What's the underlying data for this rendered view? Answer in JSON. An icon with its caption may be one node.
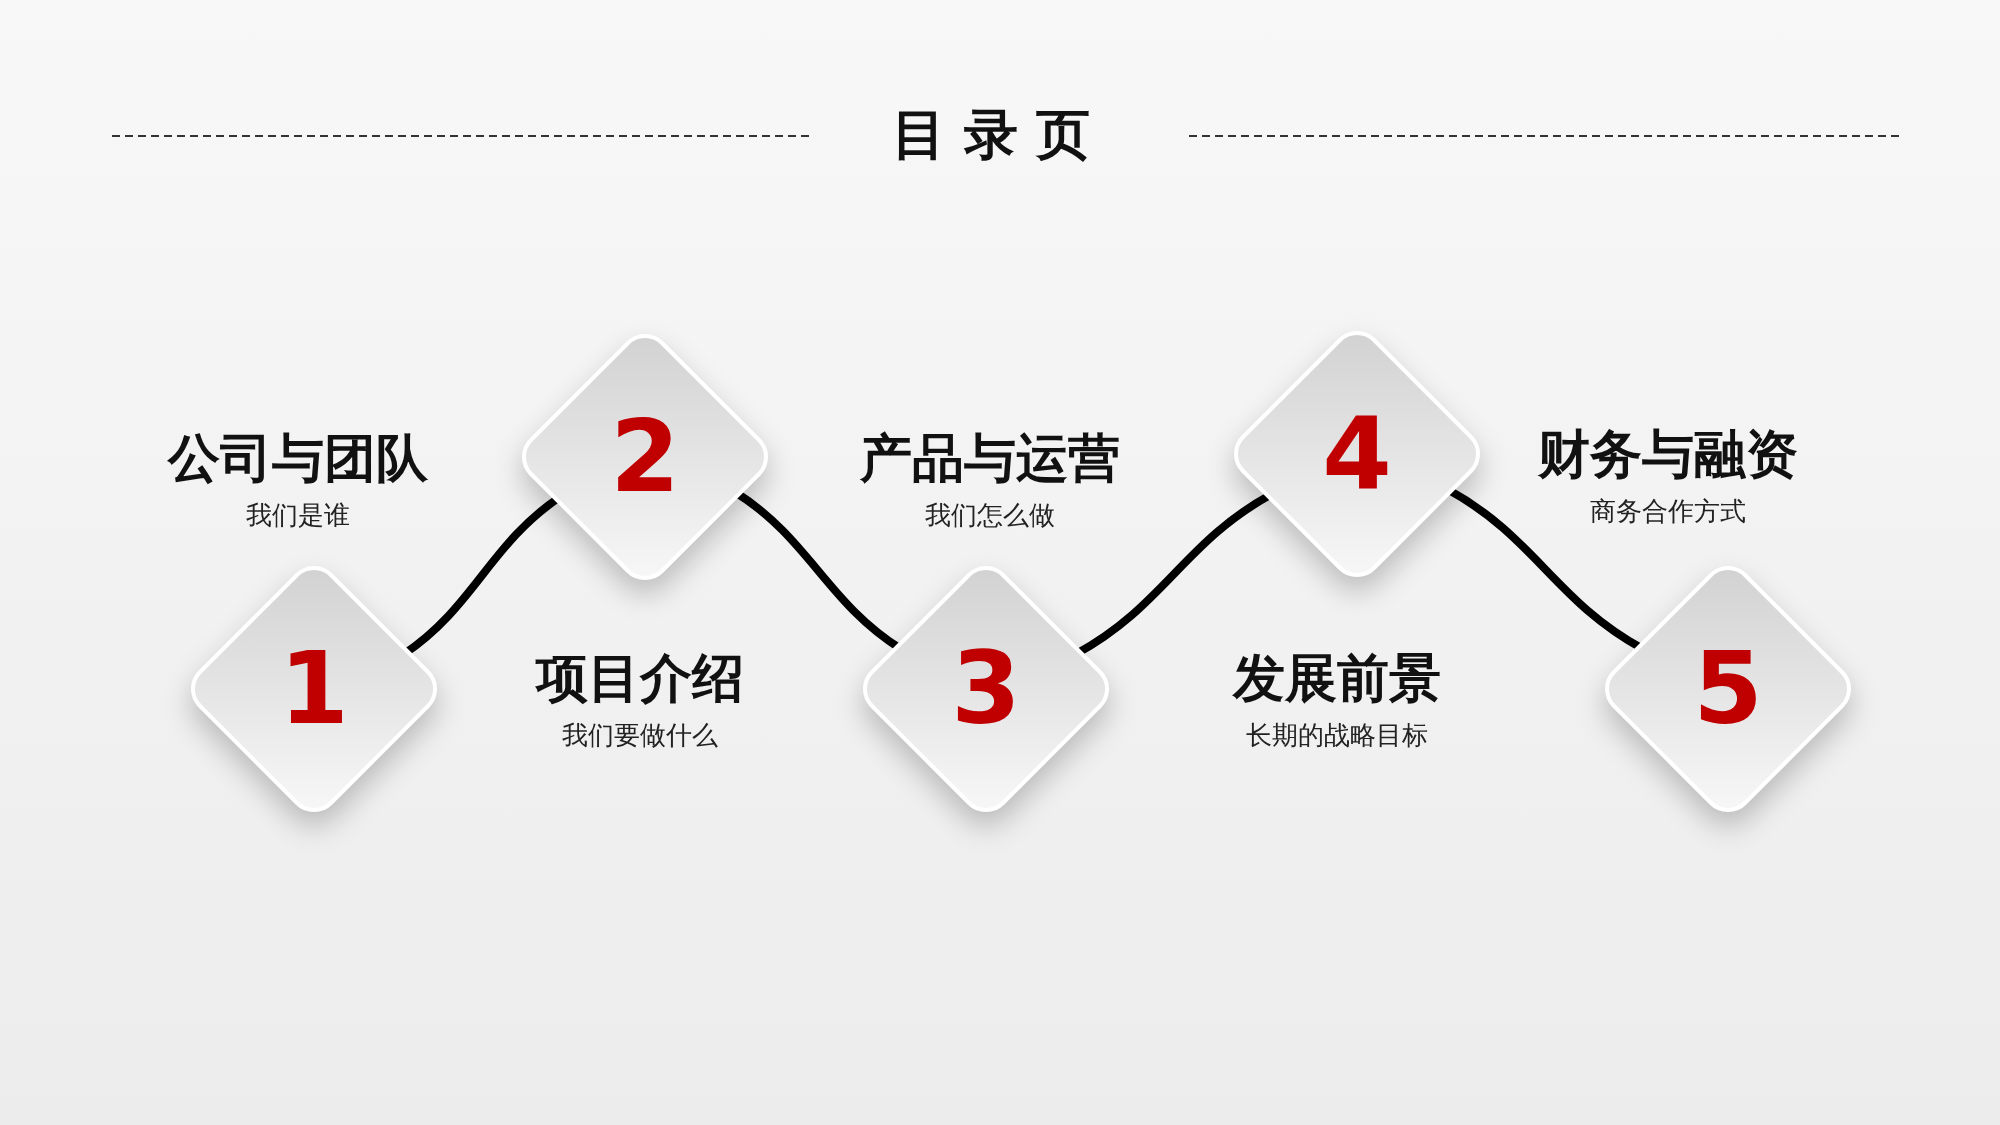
{
  "diagram": {
    "title": "目录页",
    "nodes": [
      {
        "text": [
          "1"
        ],
        "beside": [
          "公司与团队",
          "我们是谁"
        ]
      },
      {
        "text": [
          "2"
        ],
        "beside": [
          "项目介绍",
          "我们要做什么"
        ]
      },
      {
        "text": [
          "3"
        ],
        "beside": [
          "产品与运营",
          "我们怎么做"
        ]
      },
      {
        "text": [
          "4"
        ],
        "beside": [
          "发展前景",
          "长期的战略目标"
        ]
      },
      {
        "text": [
          "5"
        ],
        "beside": [
          "财务与融资",
          "商务合作方式"
        ]
      }
    ],
    "edges": [
      {
        "from": 0,
        "to": 1,
        "arrow": "none"
      },
      {
        "from": 1,
        "to": 2,
        "arrow": "none"
      },
      {
        "from": 2,
        "to": 3,
        "arrow": "none"
      },
      {
        "from": 3,
        "to": 4,
        "arrow": "none"
      }
    ]
  }
}
